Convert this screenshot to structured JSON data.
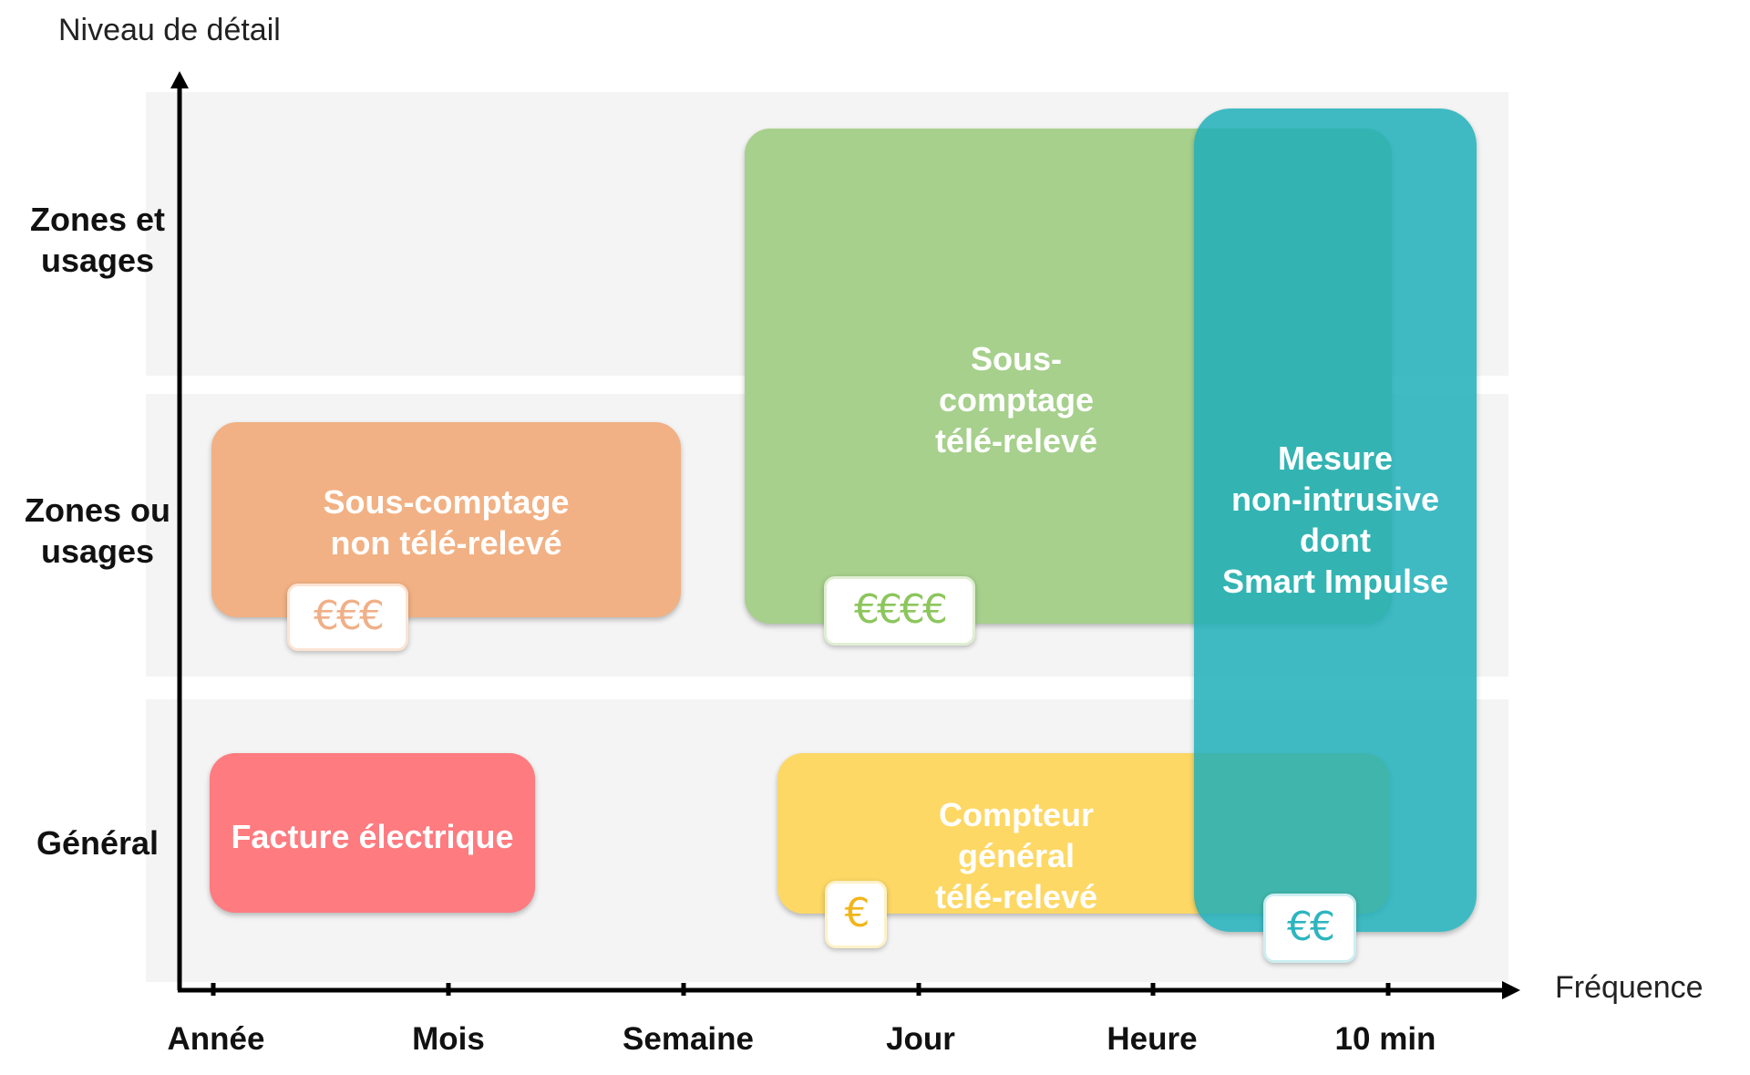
{
  "axes": {
    "y_title": "Niveau de détail",
    "x_title": "Fréquence",
    "y_levels": [
      "Zones et\nusages",
      "Zones ou\nusages",
      "Général"
    ],
    "x_levels": [
      "Année",
      "Mois",
      "Semaine",
      "Jour",
      "Heure",
      "10 min"
    ]
  },
  "boxes": [
    {
      "name": "sous-comptage-non-tele-releve",
      "label": "Sous-comptage\nnon télé-relevé",
      "color": "#f2b184",
      "price": "€€€",
      "price_color": "#f0b088"
    },
    {
      "name": "sous-comptage-tele-releve",
      "label": "Sous-\ncomptage\ntélé-relevé",
      "color": "#a6d08c",
      "price": "€€€€",
      "price_color": "#8cc65c"
    },
    {
      "name": "facture-electrique",
      "label": "Facture électrique",
      "color": "#fe7b80"
    },
    {
      "name": "compteur-general-tele-releve",
      "label": "Compteur\ngénéral\ntélé-relevé",
      "color": "#fdd865",
      "price": "€",
      "price_color": "#f2b51a"
    },
    {
      "name": "mesure-non-intrusive",
      "label": "Mesure\nnon-intrusive\ndont\nSmart Impulse",
      "color": "#2db5bf",
      "price": "€€",
      "price_color": "#2db5bf"
    }
  ]
}
